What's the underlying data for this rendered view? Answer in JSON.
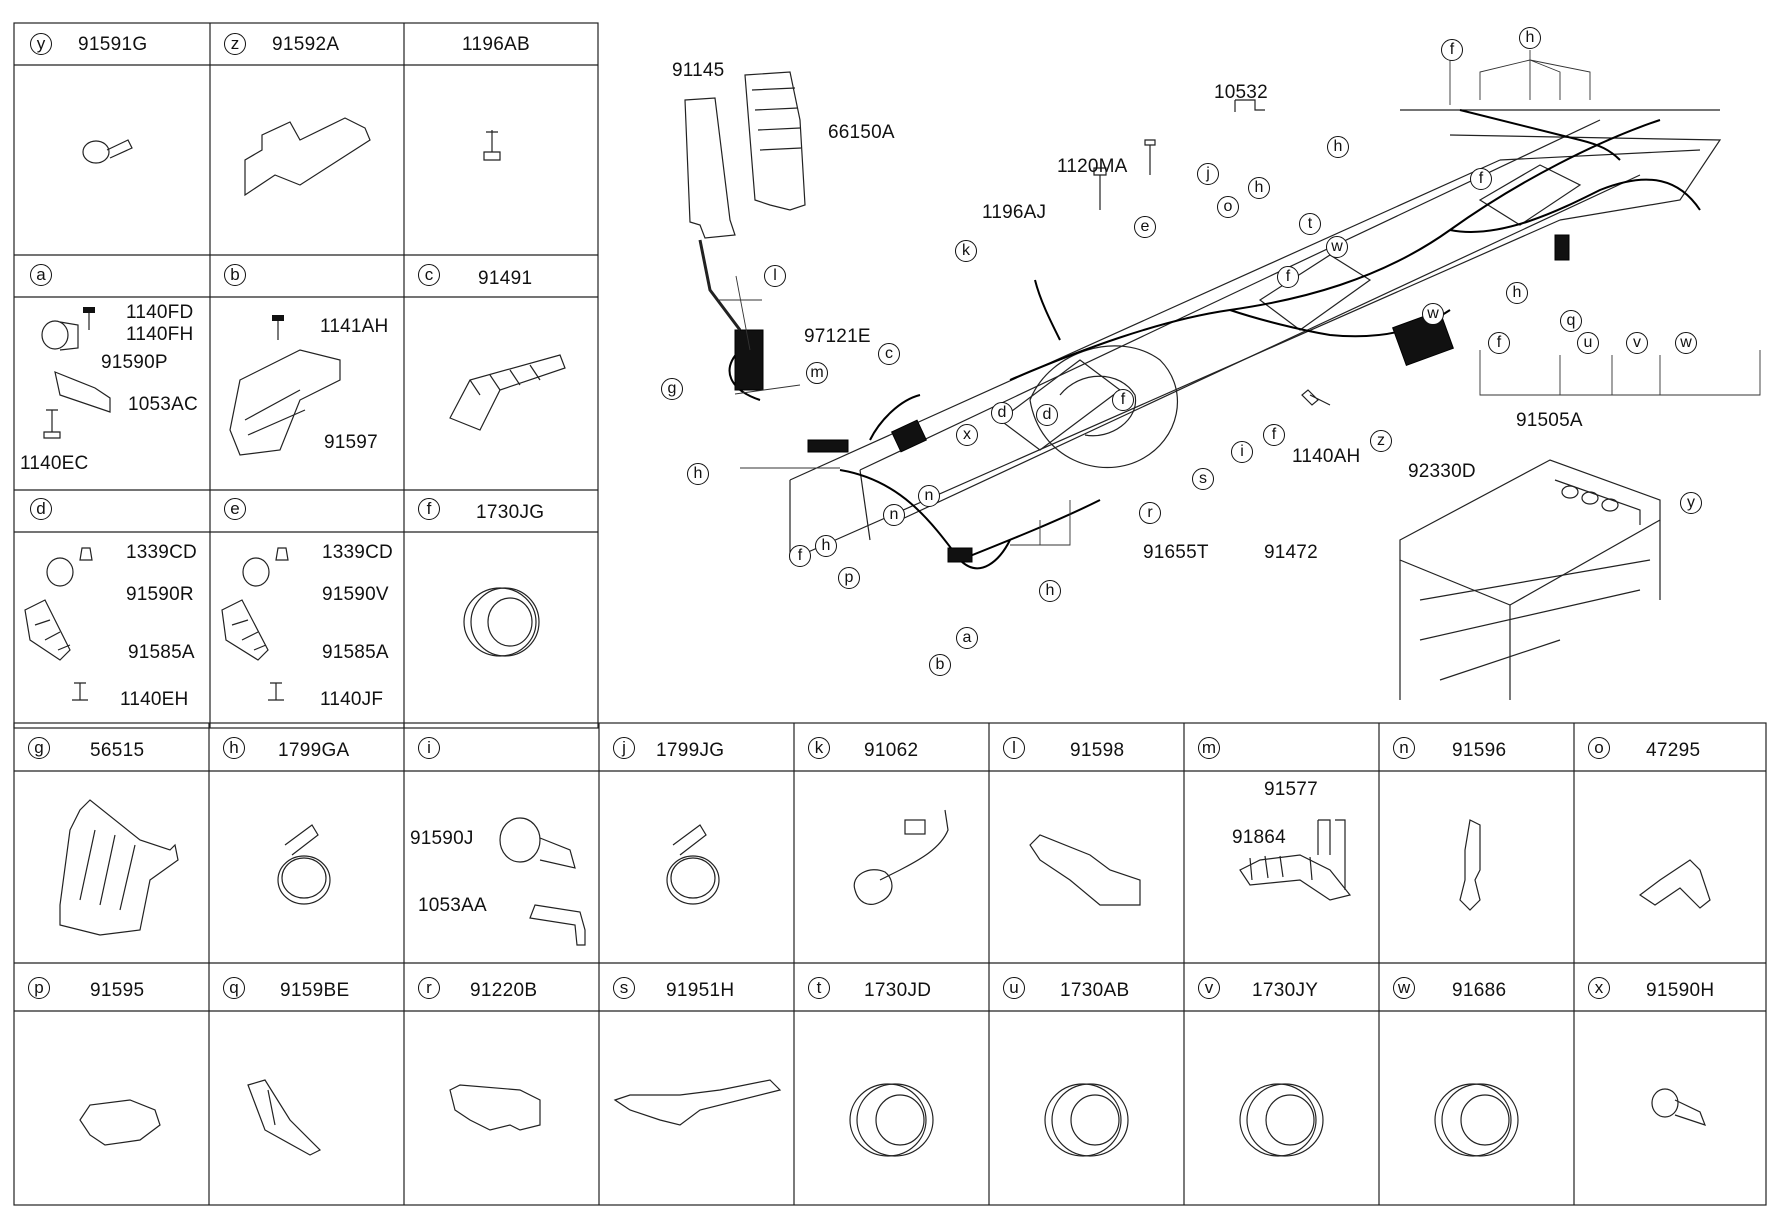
{
  "parts_table": {
    "top_grid": [
      {
        "id": "y",
        "letter": "y",
        "code": "91591G"
      },
      {
        "id": "z",
        "letter": "z",
        "code": "91592A"
      },
      {
        "id": "t3",
        "letter": "",
        "code": "1196AB"
      },
      {
        "id": "a",
        "letter": "a",
        "code": ""
      },
      {
        "id": "b",
        "letter": "b",
        "code": ""
      },
      {
        "id": "c",
        "letter": "c",
        "code": "91491"
      },
      {
        "id": "d",
        "letter": "d",
        "code": ""
      },
      {
        "id": "e",
        "letter": "e",
        "code": ""
      },
      {
        "id": "f",
        "letter": "f",
        "code": "1730JG"
      }
    ],
    "sub_labels": {
      "a_1": "1140FD",
      "a_2": "1140FH",
      "a_3": "91590P",
      "a_4": "1053AC",
      "a_5": "1140EC",
      "b_1": "1141AH",
      "b_2": "91597",
      "d_1": "1339CD",
      "d_2": "91590R",
      "d_3": "91585A",
      "d_4": "1140EH",
      "e_1": "1339CD",
      "e_2": "91590V",
      "e_3": "91585A",
      "e_4": "1140JF",
      "i_1": "91590J",
      "i_2": "1053AA",
      "m_1": "91577",
      "m_2": "91864"
    },
    "row_g": [
      {
        "id": "g",
        "letter": "g",
        "code": "56515"
      },
      {
        "id": "h",
        "letter": "h",
        "code": "1799GA"
      },
      {
        "id": "i",
        "letter": "i",
        "code": ""
      },
      {
        "id": "j",
        "letter": "j",
        "code": "1799JG"
      },
      {
        "id": "k",
        "letter": "k",
        "code": "91062"
      },
      {
        "id": "l",
        "letter": "l",
        "code": "91598"
      },
      {
        "id": "m",
        "letter": "m",
        "code": ""
      },
      {
        "id": "n",
        "letter": "n",
        "code": "91596"
      },
      {
        "id": "o",
        "letter": "o",
        "code": "47295"
      }
    ],
    "row_p": [
      {
        "id": "p",
        "letter": "p",
        "code": "91595"
      },
      {
        "id": "q",
        "letter": "q",
        "code": "9159BE"
      },
      {
        "id": "r",
        "letter": "r",
        "code": "91220B"
      },
      {
        "id": "s",
        "letter": "s",
        "code": "91951H"
      },
      {
        "id": "t",
        "letter": "t",
        "code": "1730JD"
      },
      {
        "id": "u",
        "letter": "u",
        "code": "1730AB"
      },
      {
        "id": "v",
        "letter": "v",
        "code": "1730JY"
      },
      {
        "id": "w",
        "letter": "w",
        "code": "91686"
      },
      {
        "id": "x",
        "letter": "x",
        "code": "91590H"
      }
    ]
  },
  "main_diagram": {
    "part_numbers": {
      "p91145": "91145",
      "p66150A": "66150A",
      "p10532": "10532",
      "p1120MA": "1120MA",
      "p1196AJ": "1196AJ",
      "p97121E": "97121E",
      "p1140AH": "1140AH",
      "p92330D": "92330D",
      "p91505A": "91505A",
      "p91655T": "91655T",
      "p91472": "91472"
    },
    "callouts": [
      {
        "id": "c_f1",
        "letter": "f"
      },
      {
        "id": "c_h1",
        "letter": "h"
      },
      {
        "id": "c_h2",
        "letter": "h"
      },
      {
        "id": "c_h3",
        "letter": "h"
      },
      {
        "id": "c_j",
        "letter": "j"
      },
      {
        "id": "c_o",
        "letter": "o"
      },
      {
        "id": "c_t",
        "letter": "t"
      },
      {
        "id": "c_w1",
        "letter": "w"
      },
      {
        "id": "c_f2",
        "letter": "f"
      },
      {
        "id": "c_k",
        "letter": "k"
      },
      {
        "id": "c_e",
        "letter": "e"
      },
      {
        "id": "c_f3",
        "letter": "f"
      },
      {
        "id": "c_w2",
        "letter": "w"
      },
      {
        "id": "c_h4",
        "letter": "h"
      },
      {
        "id": "c_q",
        "letter": "q"
      },
      {
        "id": "c_l",
        "letter": "l"
      },
      {
        "id": "c_g",
        "letter": "g"
      },
      {
        "id": "c_m",
        "letter": "m"
      },
      {
        "id": "c_c",
        "letter": "c"
      },
      {
        "id": "c_d1",
        "letter": "d"
      },
      {
        "id": "c_d2",
        "letter": "d"
      },
      {
        "id": "c_f4",
        "letter": "f"
      },
      {
        "id": "c_x",
        "letter": "x"
      },
      {
        "id": "c_h5",
        "letter": "h"
      },
      {
        "id": "c_n1",
        "letter": "n"
      },
      {
        "id": "c_n2",
        "letter": "n"
      },
      {
        "id": "c_f5",
        "letter": "f"
      },
      {
        "id": "c_h6",
        "letter": "h"
      },
      {
        "id": "c_p",
        "letter": "p"
      },
      {
        "id": "c_a",
        "letter": "a"
      },
      {
        "id": "c_b",
        "letter": "b"
      },
      {
        "id": "c_h7",
        "letter": "h"
      },
      {
        "id": "c_r",
        "letter": "r"
      },
      {
        "id": "c_s",
        "letter": "s"
      },
      {
        "id": "c_i",
        "letter": "i"
      },
      {
        "id": "c_f6",
        "letter": "f"
      },
      {
        "id": "c_z",
        "letter": "z"
      },
      {
        "id": "c_f7",
        "letter": "f"
      },
      {
        "id": "c_u",
        "letter": "u"
      },
      {
        "id": "c_v",
        "letter": "v"
      },
      {
        "id": "c_w3",
        "letter": "w"
      },
      {
        "id": "c_y",
        "letter": "y"
      }
    ]
  }
}
